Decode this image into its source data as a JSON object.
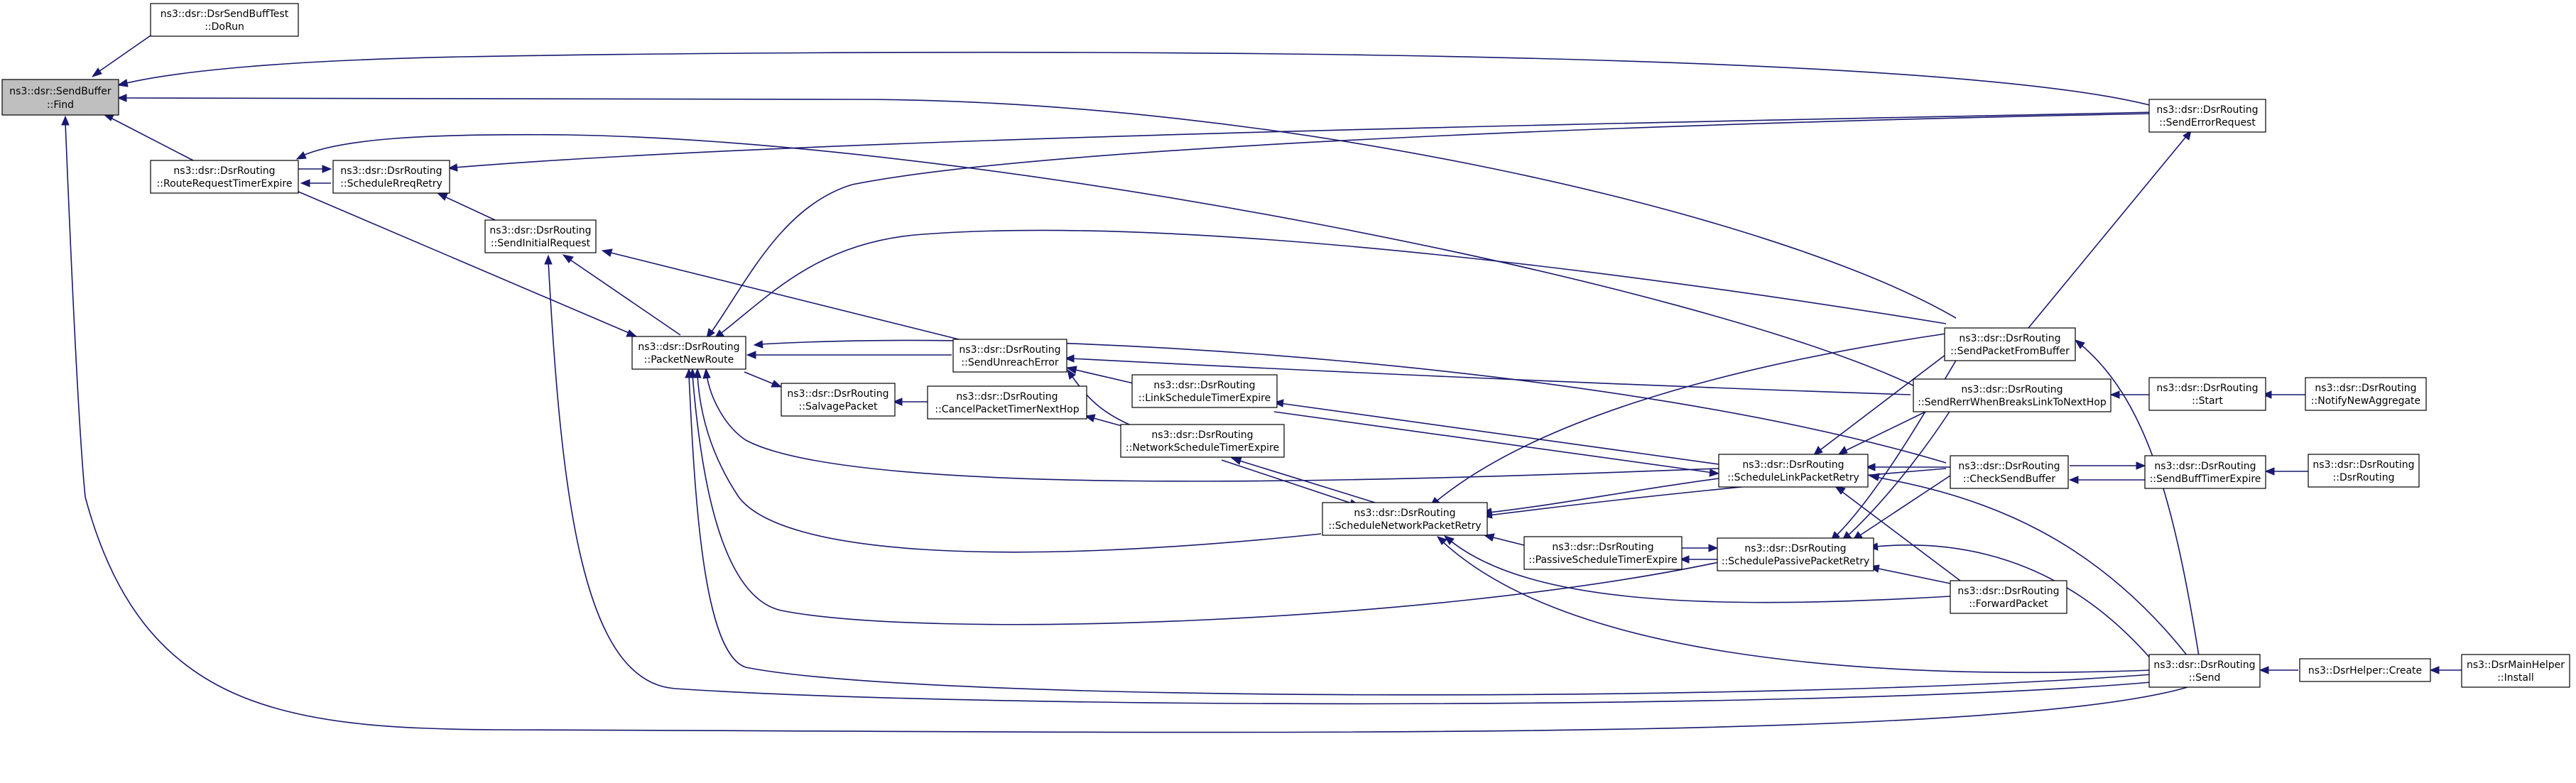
{
  "title": "Caller graph of ns3::dsr::DsrSendBuffer::Find",
  "colors": {
    "edge": "#191970",
    "node_border": "#000000",
    "root_fill": "#bfbfbf",
    "node_fill": "#ffffff"
  },
  "nodes": {
    "find": {
      "lines": [
        "ns3::dsr::SendBuffer",
        "::Find"
      ]
    },
    "dorun": {
      "lines": [
        "ns3::dsr::DsrSendBuffTest",
        "::DoRun"
      ]
    },
    "rrte": {
      "lines": [
        "ns3::dsr::DsrRouting",
        "::RouteRequestTimerExpire"
      ]
    },
    "srr": {
      "lines": [
        "ns3::dsr::DsrRouting",
        "::ScheduleRreqRetry"
      ]
    },
    "sir": {
      "lines": [
        "ns3::dsr::DsrRouting",
        "::SendInitialRequest"
      ]
    },
    "pnr": {
      "lines": [
        "ns3::dsr::DsrRouting",
        "::PacketNewRoute"
      ]
    },
    "salvage": {
      "lines": [
        "ns3::dsr::DsrRouting",
        "::SalvagePacket"
      ]
    },
    "sue": {
      "lines": [
        "ns3::dsr::DsrRouting",
        "::SendUnreachError"
      ]
    },
    "cptnh": {
      "lines": [
        "ns3::dsr::DsrRouting",
        "::CancelPacketTimerNextHop"
      ]
    },
    "lste": {
      "lines": [
        "ns3::dsr::DsrRouting",
        "::LinkScheduleTimerExpire"
      ]
    },
    "nste": {
      "lines": [
        "ns3::dsr::DsrRouting",
        "::NetworkScheduleTimerExpire"
      ]
    },
    "snpr": {
      "lines": [
        "ns3::dsr::DsrRouting",
        "::ScheduleNetworkPacketRetry"
      ]
    },
    "pste": {
      "lines": [
        "ns3::dsr::DsrRouting",
        "::PassiveScheduleTimerExpire"
      ]
    },
    "slpr": {
      "lines": [
        "ns3::dsr::DsrRouting",
        "::ScheduleLinkPacketRetry"
      ]
    },
    "sppr": {
      "lines": [
        "ns3::dsr::DsrRouting",
        "::SchedulePassivePacketRetry"
      ]
    },
    "spfb": {
      "lines": [
        "ns3::dsr::DsrRouting",
        "::SendPacketFromBuffer"
      ]
    },
    "srwbl": {
      "lines": [
        "ns3::dsr::DsrRouting",
        "::SendRerrWhenBreaksLinkToNextHop"
      ]
    },
    "csb": {
      "lines": [
        "ns3::dsr::DsrRouting",
        "::CheckSendBuffer"
      ]
    },
    "fwd": {
      "lines": [
        "ns3::dsr::DsrRouting",
        "::ForwardPacket"
      ]
    },
    "ser": {
      "lines": [
        "ns3::dsr::DsrRouting",
        "::SendErrorRequest"
      ]
    },
    "start": {
      "lines": [
        "ns3::dsr::DsrRouting",
        "::Start"
      ]
    },
    "sbte": {
      "lines": [
        "ns3::dsr::DsrRouting",
        "::SendBuffTimerExpire"
      ]
    },
    "send": {
      "lines": [
        "ns3::dsr::DsrRouting",
        "::Send"
      ]
    },
    "notify": {
      "lines": [
        "ns3::dsr::DsrRouting",
        "::NotifyNewAggregate"
      ]
    },
    "ctor": {
      "lines": [
        "ns3::dsr::DsrRouting",
        "::DsrRouting"
      ]
    },
    "create": {
      "lines": [
        "ns3::DsrHelper::Create"
      ]
    },
    "install": {
      "lines": [
        "ns3::DsrMainHelper",
        "::Install"
      ]
    }
  }
}
